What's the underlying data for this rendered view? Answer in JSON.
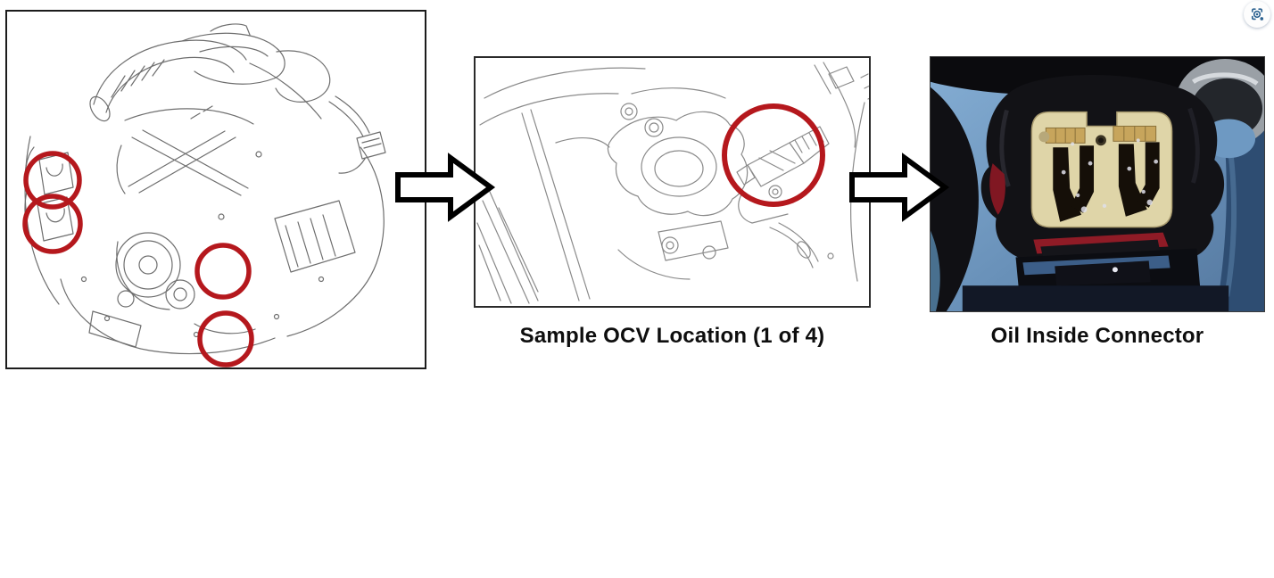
{
  "page": {
    "background_color": "#ffffff"
  },
  "toolbar": {
    "lens_button": {
      "icon": "capture-lens-icon",
      "color": "#2e6391"
    }
  },
  "figure": {
    "highlight_color": "#b5181d",
    "arrow": {
      "fill": "#ffffff",
      "outline": "#000000"
    },
    "panels": [
      {
        "id": "engine-overview",
        "kind": "line-drawing",
        "highlighted_locations": 4
      },
      {
        "id": "ocv-location",
        "kind": "line-drawing",
        "caption": "Sample OCV Location (1 of 4)",
        "highlighted_locations": 1
      },
      {
        "id": "oil-inside-connector",
        "kind": "photo",
        "caption": "Oil Inside Connector",
        "highlighted_locations": 0
      }
    ]
  }
}
